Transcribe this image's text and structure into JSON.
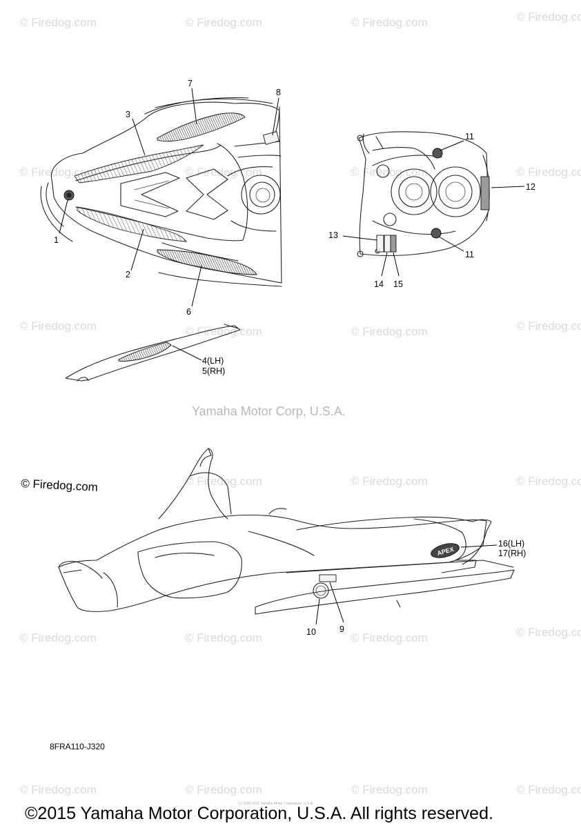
{
  "watermark": "© Firedog.com",
  "watermark_dark": "© Firedog.com",
  "credit": "Yamaha Motor Corp, U.S.A.",
  "part_number": "8FRA110-J320",
  "copyright": "©2015 Yamaha Motor Corporation, U.S.A. All rights reserved.",
  "fine_print": "(c) 2005-2015 Yamaha Motor Corporation, U.S.A.",
  "callouts": {
    "c1": "1",
    "c2": "2",
    "c3": "3",
    "c4": "4(LH)",
    "c5": "5(RH)",
    "c6": "6",
    "c7": "7",
    "c8": "8",
    "c9": "9",
    "c10": "10",
    "c11a": "11",
    "c11b": "11",
    "c12": "12",
    "c13": "13",
    "c14": "14",
    "c15": "15",
    "c16": "16(LH)",
    "c17": "17(RH)"
  },
  "emblem_text": "APEX"
}
